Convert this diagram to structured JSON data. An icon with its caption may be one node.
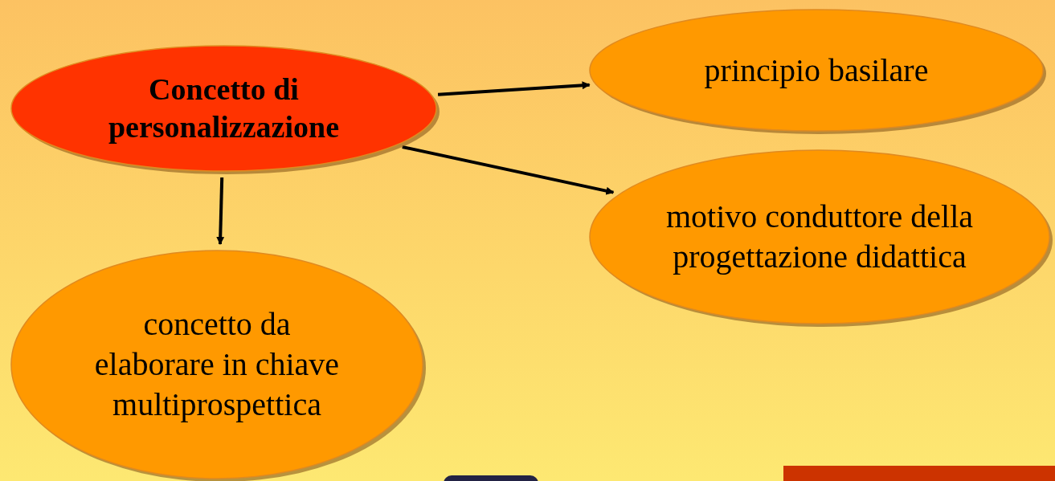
{
  "diagram": {
    "nodes": [
      {
        "text": [
          "Concetto di personalizzazione"
        ]
      },
      {
        "text": [
          "principio basilare"
        ]
      },
      {
        "text": [
          "motivo conduttore della progettazione didattica"
        ]
      },
      {
        "text": [
          "concetto da elaborare in chiave multiprospettica"
        ]
      }
    ],
    "edges": [
      {
        "from": 0,
        "to": 1,
        "arrow": "to"
      },
      {
        "from": 0,
        "to": 2,
        "arrow": "to"
      },
      {
        "from": 0,
        "to": 3,
        "arrow": "to"
      }
    ]
  }
}
